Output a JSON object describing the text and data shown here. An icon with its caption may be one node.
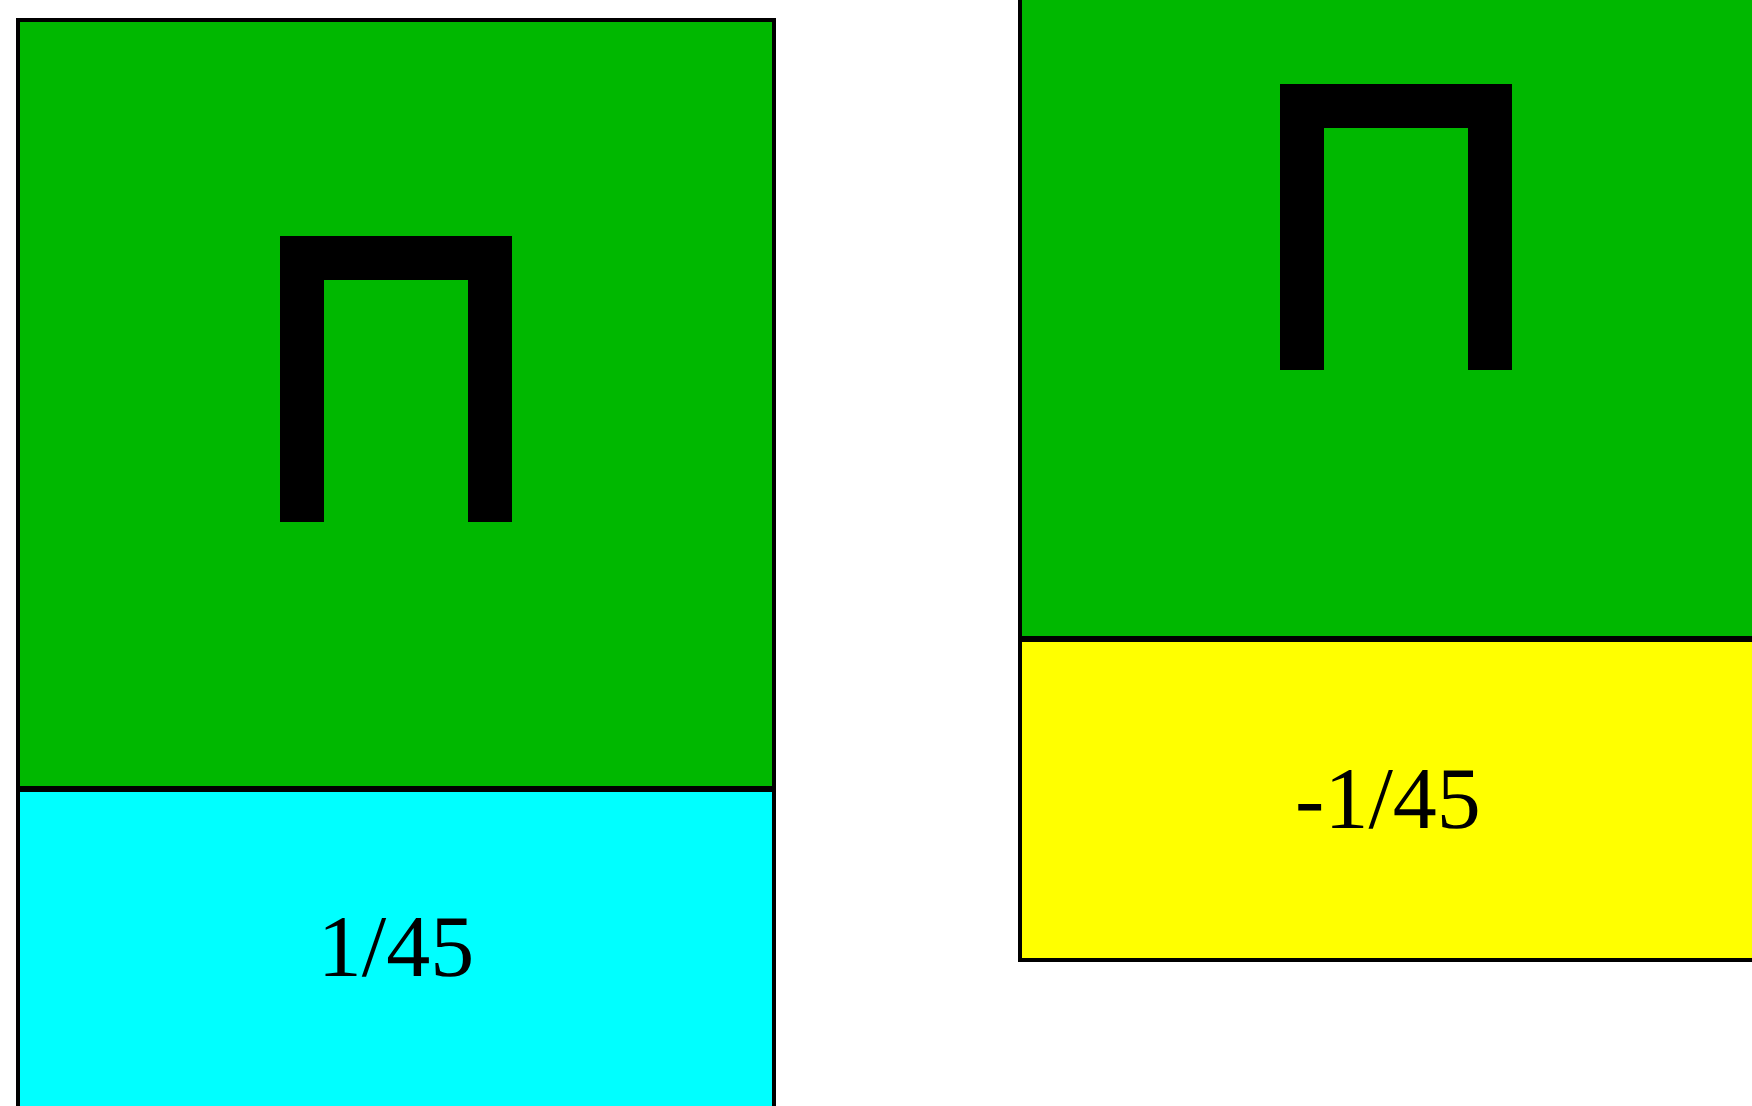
{
  "diagram": {
    "nodes": [
      {
        "text": [],
        "shape": "box"
      },
      {
        "text": [
          "1/45"
        ]
      },
      {
        "text": [],
        "shape": "box"
      },
      {
        "text": [
          "-1/45"
        ]
      }
    ]
  }
}
